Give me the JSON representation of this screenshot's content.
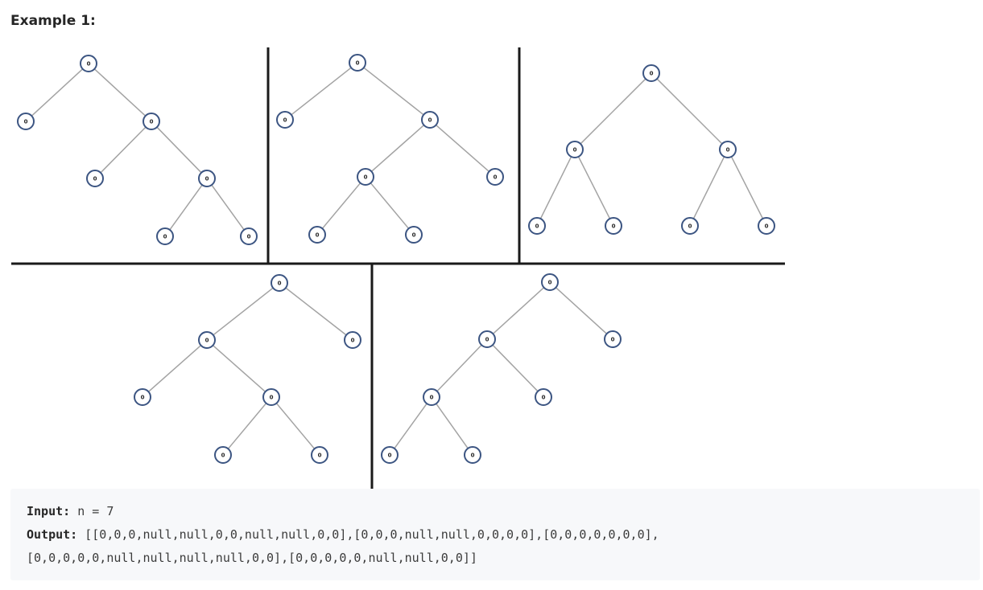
{
  "example": {
    "heading": "Example 1:"
  },
  "figure": {
    "node_value": "0",
    "colors": {
      "node_ring": "#3c5582",
      "edge": "#a3a3a3",
      "divider": "#1a1a1a"
    },
    "trees": [
      {
        "name": "tree-1",
        "structure": "[0,0,0,null,null,0,0,null,null,0,0]"
      },
      {
        "name": "tree-2",
        "structure": "[0,0,0,null,null,0,0,0,0]"
      },
      {
        "name": "tree-3",
        "structure": "[0,0,0,0,0,0,0]"
      },
      {
        "name": "tree-4",
        "structure": "[0,0,0,0,0,null,null,null,null,0,0]"
      },
      {
        "name": "tree-5",
        "structure": "[0,0,0,0,0,null,null,0,0]"
      }
    ]
  },
  "io": {
    "input_label": "Input:",
    "input_value": "n = 7",
    "output_label": "Output:",
    "output_line1": "[[0,0,0,null,null,0,0,null,null,0,0],[0,0,0,null,null,0,0,0,0],[0,0,0,0,0,0,0],",
    "output_line2": "[0,0,0,0,0,null,null,null,null,0,0],[0,0,0,0,0,null,null,0,0]]"
  }
}
